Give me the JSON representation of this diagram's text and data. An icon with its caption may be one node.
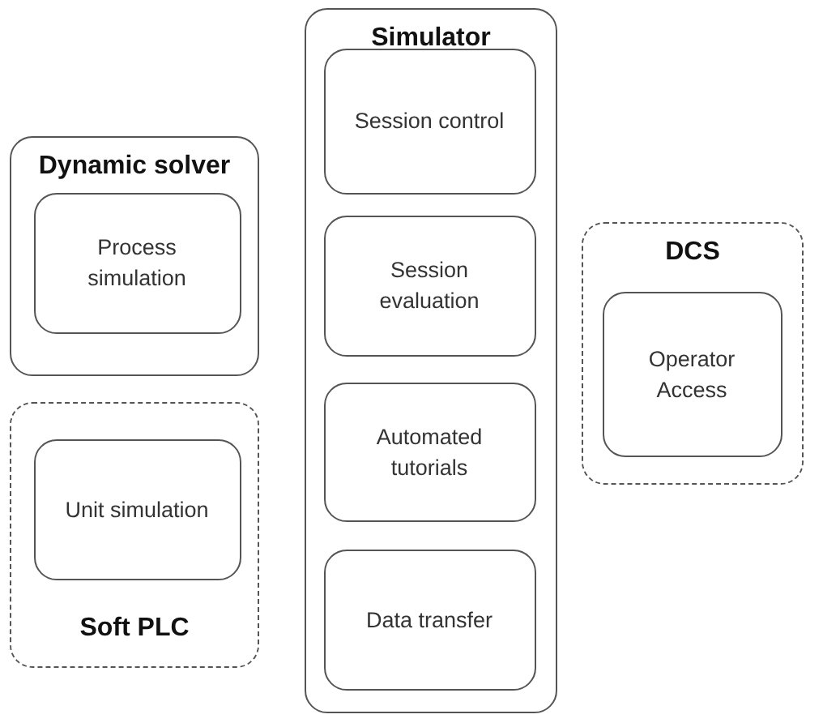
{
  "diagram": {
    "nodes": [
      {
        "text": [
          "Dynamic solver"
        ]
      },
      {
        "text": [
          "Process simulation"
        ],
        "in": 0
      },
      {
        "text": [
          "Soft PLC"
        ]
      },
      {
        "text": [
          "Unit simulation"
        ],
        "in": 2
      },
      {
        "text": [
          "Simulator"
        ]
      },
      {
        "text": [
          "Session control"
        ],
        "in": 4
      },
      {
        "text": [
          "Session evaluation"
        ],
        "in": 4
      },
      {
        "text": [
          "Automated tutorials"
        ],
        "in": 4
      },
      {
        "text": [
          "Data transfer"
        ],
        "in": 4
      },
      {
        "text": [
          "DCS"
        ]
      },
      {
        "text": [
          "Operator Access"
        ],
        "in": 9
      }
    ]
  }
}
